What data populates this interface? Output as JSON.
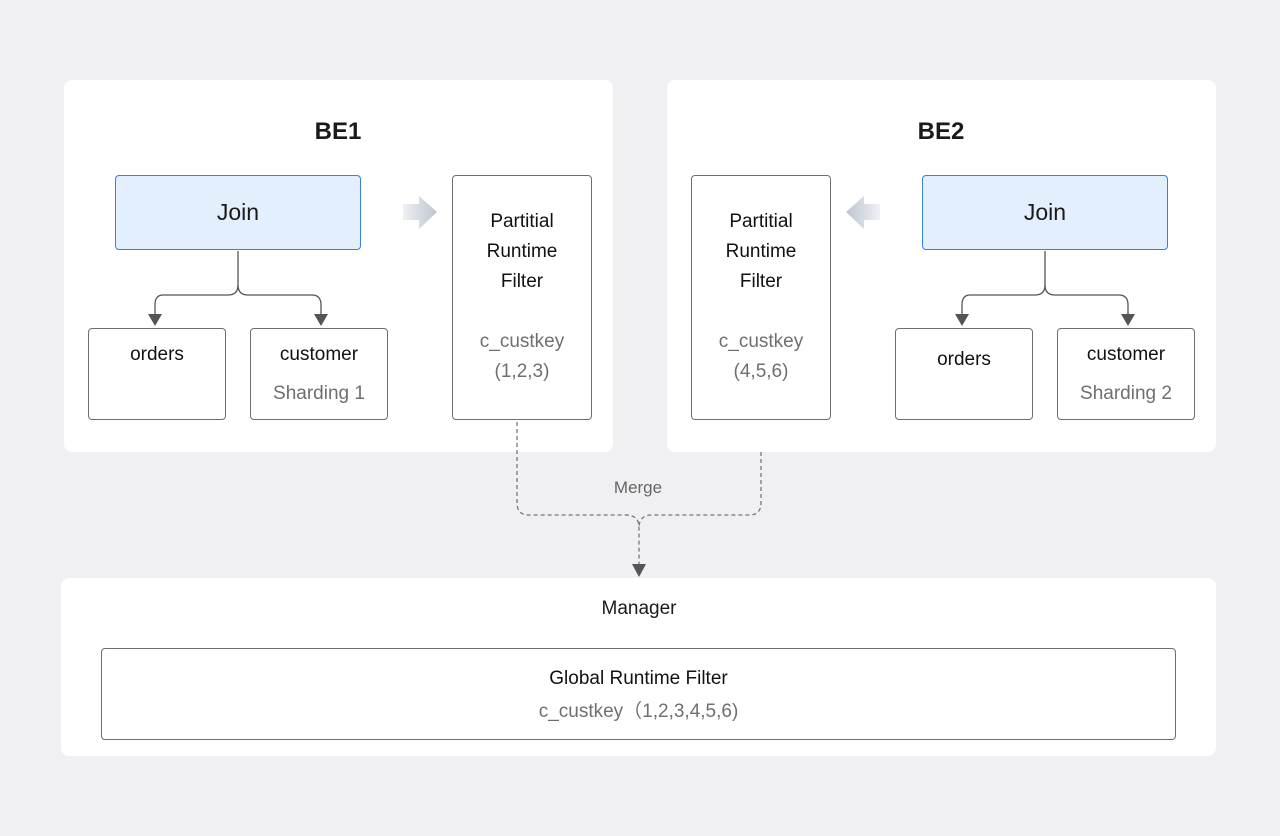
{
  "be1": {
    "title": "BE1",
    "join": "Join",
    "left_table": "orders",
    "right_table": "customer",
    "right_sub": "Sharding 1",
    "filter_lines": [
      "Partitial",
      "Runtime",
      "Filter"
    ],
    "filter_key": "c_custkey",
    "filter_values": "(1,2,3)"
  },
  "be2": {
    "title": "BE2",
    "join": "Join",
    "left_table": "orders",
    "right_table": "customer",
    "right_sub": "Sharding 2",
    "filter_lines": [
      "Partitial",
      "Runtime",
      "Filter"
    ],
    "filter_key": "c_custkey",
    "filter_values": "(4,5,6)"
  },
  "merge_label": "Merge",
  "manager": {
    "title": "Manager",
    "global_title": "Global Runtime Filter",
    "global_value": "c_custkey（1,2,3,4,5,6)"
  },
  "colors": {
    "join_fill": "#e3effc",
    "join_border": "#3b7de0",
    "panel": "#ffffff",
    "background": "#f0f0f2"
  }
}
